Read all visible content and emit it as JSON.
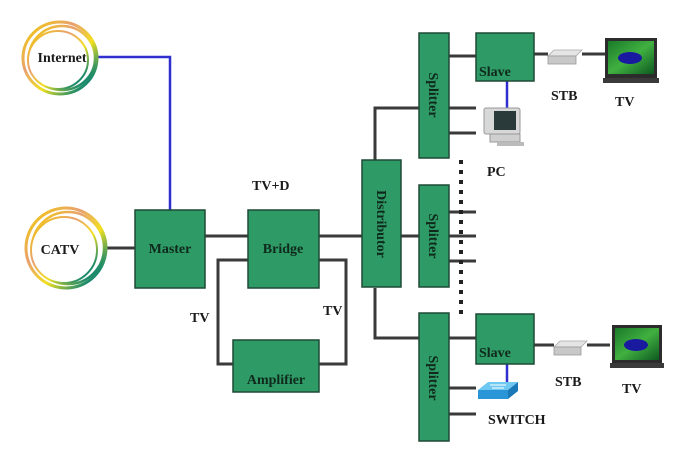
{
  "diagram": {
    "sources": {
      "internet": "Internet",
      "catv": "CATV"
    },
    "boxes": {
      "master": "Master",
      "bridge": "Bridge",
      "amplifier": "Amplifier",
      "distributor": "Distributor",
      "splitter_top": "Splitter",
      "splitter_mid": "Splitter",
      "splitter_bottom": "Splitter",
      "slave_top": "Slave",
      "slave_bottom": "Slave"
    },
    "labels": {
      "tv_d": "TV+D",
      "tv_left": "TV",
      "tv_right": "TV",
      "pc": "PC",
      "stb_top": "STB",
      "tv_top": "TV",
      "stb_bottom": "STB",
      "tv_bottom": "TV",
      "switch": "SWITCH"
    },
    "colors": {
      "box_fill": "#2e9a66",
      "wire": "#3a3a3a",
      "data_link": "#2f2fd0"
    }
  }
}
